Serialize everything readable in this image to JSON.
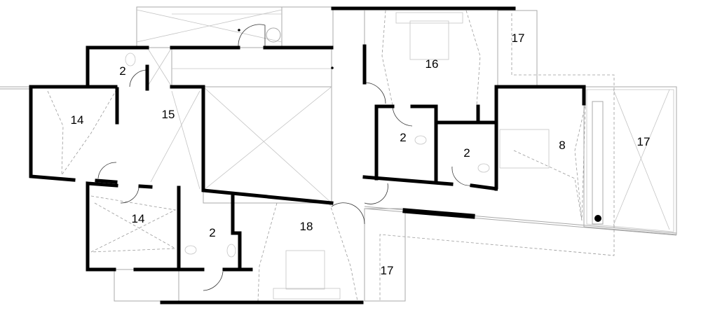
{
  "rooms": [
    {
      "id": "balcony-top",
      "label": "17"
    },
    {
      "id": "bedroom-top",
      "label": "16"
    },
    {
      "id": "bath-a",
      "label": "2"
    },
    {
      "id": "bath-b",
      "label": "2"
    },
    {
      "id": "master-bedroom",
      "label": "8"
    },
    {
      "id": "terrace-right",
      "label": "17"
    },
    {
      "id": "room-left-upper",
      "label": "14"
    },
    {
      "id": "hall",
      "label": "15"
    },
    {
      "id": "bath-top-left",
      "label": "2"
    },
    {
      "id": "room-left-lower",
      "label": "14"
    },
    {
      "id": "bath-lower",
      "label": "2"
    },
    {
      "id": "bedroom-bottom",
      "label": "18"
    },
    {
      "id": "balcony-bottom",
      "label": "17"
    }
  ],
  "colors": {
    "wall": "#000000",
    "line": "#a8a8a8"
  }
}
